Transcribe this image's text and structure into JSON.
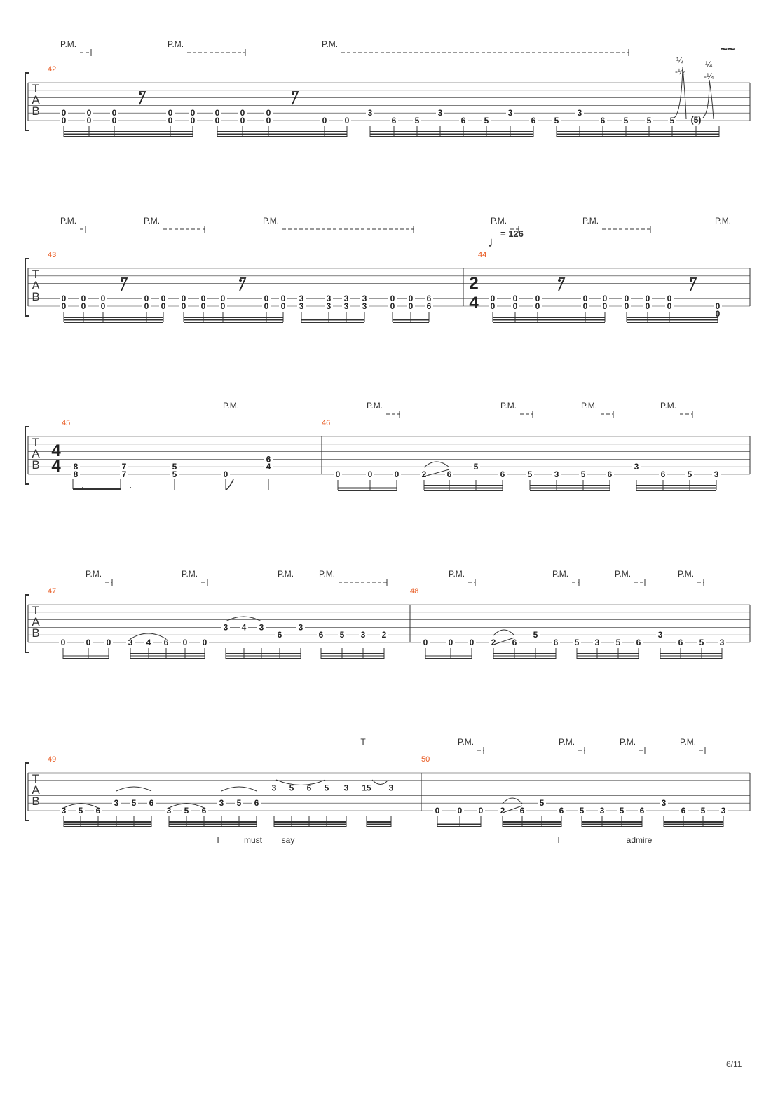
{
  "page_number": "6/11",
  "tab_label": [
    "T",
    "A",
    "B"
  ],
  "palm_mute_label": "P.M.",
  "tempo": {
    "symbol": "♩",
    "text": "= 126"
  },
  "time_signatures": {
    "m44": [
      "2",
      "4"
    ],
    "m45": [
      "4",
      "4"
    ]
  },
  "bends": {
    "half": "½",
    "half_release": "-½",
    "quarter": "¼",
    "quarter_release": "-¼",
    "ghost": "(5)"
  },
  "tap_mark": "T",
  "vibrato": "~~",
  "measures": [
    {
      "number": "42"
    },
    {
      "number": "43"
    },
    {
      "number": "44"
    },
    {
      "number": "45"
    },
    {
      "number": "46"
    },
    {
      "number": "47"
    },
    {
      "number": "48"
    },
    {
      "number": "49"
    },
    {
      "number": "50"
    }
  ],
  "lyrics": [
    "I",
    "must",
    "say",
    "I",
    "admire"
  ],
  "systems": [
    {
      "measures": [
        "42"
      ],
      "notes": [
        [
          "0",
          "0"
        ],
        [
          "0",
          "0"
        ],
        [
          "0",
          "0"
        ],
        [
          "0",
          "0"
        ],
        [
          "0",
          "0"
        ],
        [
          "0",
          "0"
        ],
        [
          "0",
          "0"
        ],
        [
          "0",
          "0"
        ],
        [
          "0"
        ],
        [
          "0"
        ],
        [
          "3"
        ],
        [
          "6"
        ],
        [
          "5"
        ],
        [
          "3"
        ],
        [
          "6"
        ],
        [
          "5"
        ],
        [
          "3"
        ],
        [
          "6"
        ],
        [
          "5"
        ],
        [
          "3"
        ],
        [
          "6"
        ],
        [
          "5"
        ],
        [
          "5"
        ],
        [
          "5"
        ]
      ]
    },
    {
      "measures": [
        "43",
        "44"
      ],
      "notes": [
        [
          "0",
          "0"
        ],
        [
          "0",
          "0"
        ],
        [
          "0",
          "0"
        ],
        [
          "0",
          "0"
        ],
        [
          "0",
          "0"
        ],
        [
          "0",
          "0"
        ],
        [
          "0",
          "0"
        ],
        [
          "0",
          "0"
        ],
        [
          "0",
          "0"
        ],
        [
          "0",
          "0"
        ],
        [
          "3",
          "3"
        ],
        [
          "3",
          "3"
        ],
        [
          "3",
          "3"
        ],
        [
          "3",
          "3"
        ],
        [
          "0",
          "0"
        ],
        [
          "0",
          "0"
        ],
        [
          "6",
          "6"
        ],
        [
          "0",
          "0"
        ],
        [
          "0",
          "0"
        ],
        [
          "0",
          "0"
        ],
        [
          "0",
          "0"
        ],
        [
          "0",
          "0"
        ],
        [
          "0",
          "0"
        ],
        [
          "0",
          "0"
        ],
        [
          "0",
          "0"
        ],
        [
          "0",
          "0"
        ]
      ]
    },
    {
      "measures": [
        "45",
        "46"
      ],
      "notes": [
        [
          "8",
          "8"
        ],
        [
          "7",
          "7"
        ],
        [
          "5",
          "5"
        ],
        [
          "0"
        ],
        [
          "6",
          "4"
        ],
        [
          "0"
        ],
        [
          "0"
        ],
        [
          "0"
        ],
        [
          "2"
        ],
        [
          "6"
        ],
        [
          "5"
        ],
        [
          "6"
        ],
        [
          "5"
        ],
        [
          "3"
        ],
        [
          "5"
        ],
        [
          "6"
        ],
        [
          "3"
        ],
        [
          "6"
        ],
        [
          "5"
        ],
        [
          "3"
        ]
      ]
    },
    {
      "measures": [
        "47",
        "48"
      ],
      "notes": [
        [
          "0"
        ],
        [
          "0"
        ],
        [
          "0"
        ],
        [
          "3"
        ],
        [
          "4"
        ],
        [
          "6"
        ],
        [
          "0"
        ],
        [
          "0"
        ],
        [
          "3"
        ],
        [
          "4"
        ],
        [
          "3"
        ],
        [
          "6"
        ],
        [
          "3"
        ],
        [
          "6"
        ],
        [
          "5"
        ],
        [
          "3"
        ],
        [
          "2"
        ],
        [
          "0"
        ],
        [
          "0"
        ],
        [
          "0"
        ],
        [
          "2"
        ],
        [
          "6"
        ],
        [
          "5"
        ],
        [
          "6"
        ],
        [
          "5"
        ],
        [
          "3"
        ],
        [
          "5"
        ],
        [
          "6"
        ],
        [
          "3"
        ],
        [
          "6"
        ],
        [
          "5"
        ],
        [
          "3"
        ]
      ]
    },
    {
      "measures": [
        "49",
        "50"
      ],
      "notes": [
        [
          "3"
        ],
        [
          "5"
        ],
        [
          "6"
        ],
        [
          "3"
        ],
        [
          "5"
        ],
        [
          "6"
        ],
        [
          "3"
        ],
        [
          "5"
        ],
        [
          "6"
        ],
        [
          "3"
        ],
        [
          "5"
        ],
        [
          "6"
        ],
        [
          "3"
        ],
        [
          "5"
        ],
        [
          "6"
        ],
        [
          "5"
        ],
        [
          "3"
        ],
        [
          "15"
        ],
        [
          "3"
        ],
        [
          "0"
        ],
        [
          "0"
        ],
        [
          "0"
        ],
        [
          "2"
        ],
        [
          "6"
        ],
        [
          "5"
        ],
        [
          "6"
        ],
        [
          "5"
        ],
        [
          "3"
        ],
        [
          "5"
        ],
        [
          "6"
        ],
        [
          "3"
        ],
        [
          "6"
        ],
        [
          "5"
        ],
        [
          "3"
        ]
      ]
    }
  ]
}
